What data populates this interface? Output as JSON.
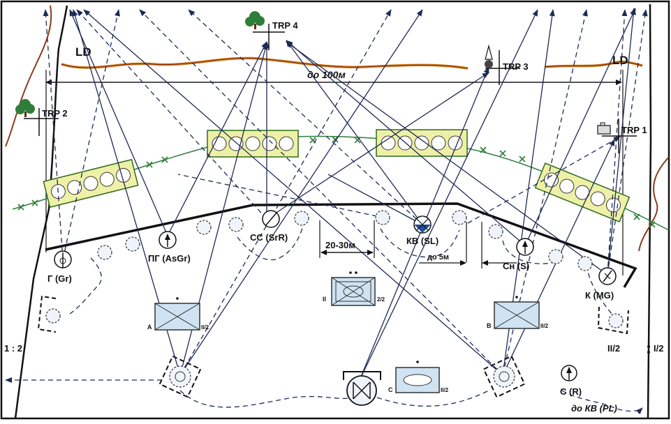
{
  "trp": {
    "trp1": "TRP 1",
    "trp2": "TRP 2",
    "trp3": "TRP 3",
    "trp4": "TRP 4"
  },
  "ld": {
    "left": "LD",
    "right": "LD",
    "distance": "до 100м"
  },
  "positions": {
    "gr": "Г (Gr)",
    "asgr": "ПГ (AsGr)",
    "srr": "СС (SrR)",
    "sl": "КВ (SL)",
    "s": "Сн (S)",
    "mg": "К (MG)",
    "r": "С (R)",
    "to_pl": "до КВ (PL)"
  },
  "distances": {
    "between_groups": "20-30м",
    "up_to_5m": "до 5м"
  },
  "boundaries": {
    "left": "1 : 2",
    "right_a": "II/2",
    "right_b": "I/2"
  },
  "units": {
    "a": {
      "letter": "A",
      "code": "II/2"
    },
    "b": {
      "letter": "B",
      "code": "II/2"
    },
    "center": {
      "letter": "II",
      "code": "2/2"
    },
    "c": {
      "letter": "C",
      "code": "II/2"
    }
  },
  "colors": {
    "ld_line": "#c97b1a",
    "wire": "#2f7d3a",
    "obstacle_fill": "#eef0a8",
    "unit_fill": "#cfe3f3",
    "arrow": "#1e2a55",
    "border": "#8a3a1a"
  },
  "icons": [
    "tree-icon",
    "house-icon",
    "tower-icon",
    "soldier-icon",
    "direction-icon"
  ]
}
